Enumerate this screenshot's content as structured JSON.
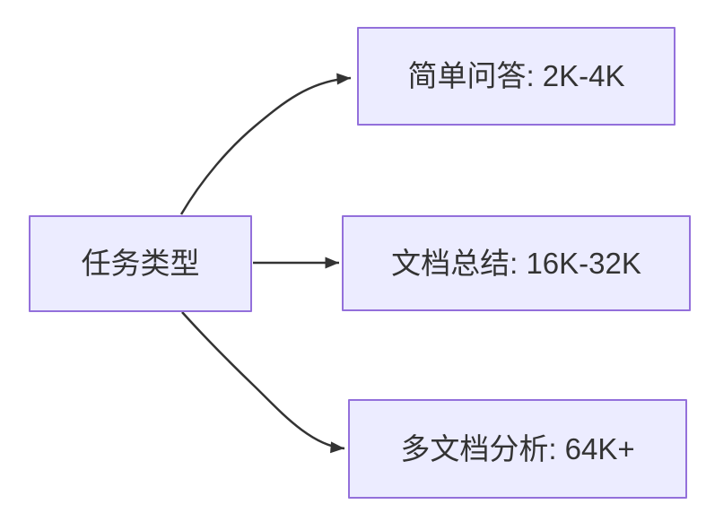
{
  "diagram": {
    "type": "flowchart",
    "colors": {
      "background": "#ffffff",
      "node_fill": "#ECECFF",
      "node_border": "#9370DB",
      "arrow": "#333333",
      "text": "#333333"
    },
    "root": {
      "label": "任务类型"
    },
    "branches": [
      {
        "label": "简单问答: 2K-4K"
      },
      {
        "label": "文档总结: 16K-32K"
      },
      {
        "label": "多文档分析: 64K+"
      }
    ],
    "edges": [
      {
        "from": "任务类型",
        "to": "简单问答: 2K-4K"
      },
      {
        "from": "任务类型",
        "to": "文档总结: 16K-32K"
      },
      {
        "from": "任务类型",
        "to": "多文档分析: 64K+"
      }
    ]
  }
}
